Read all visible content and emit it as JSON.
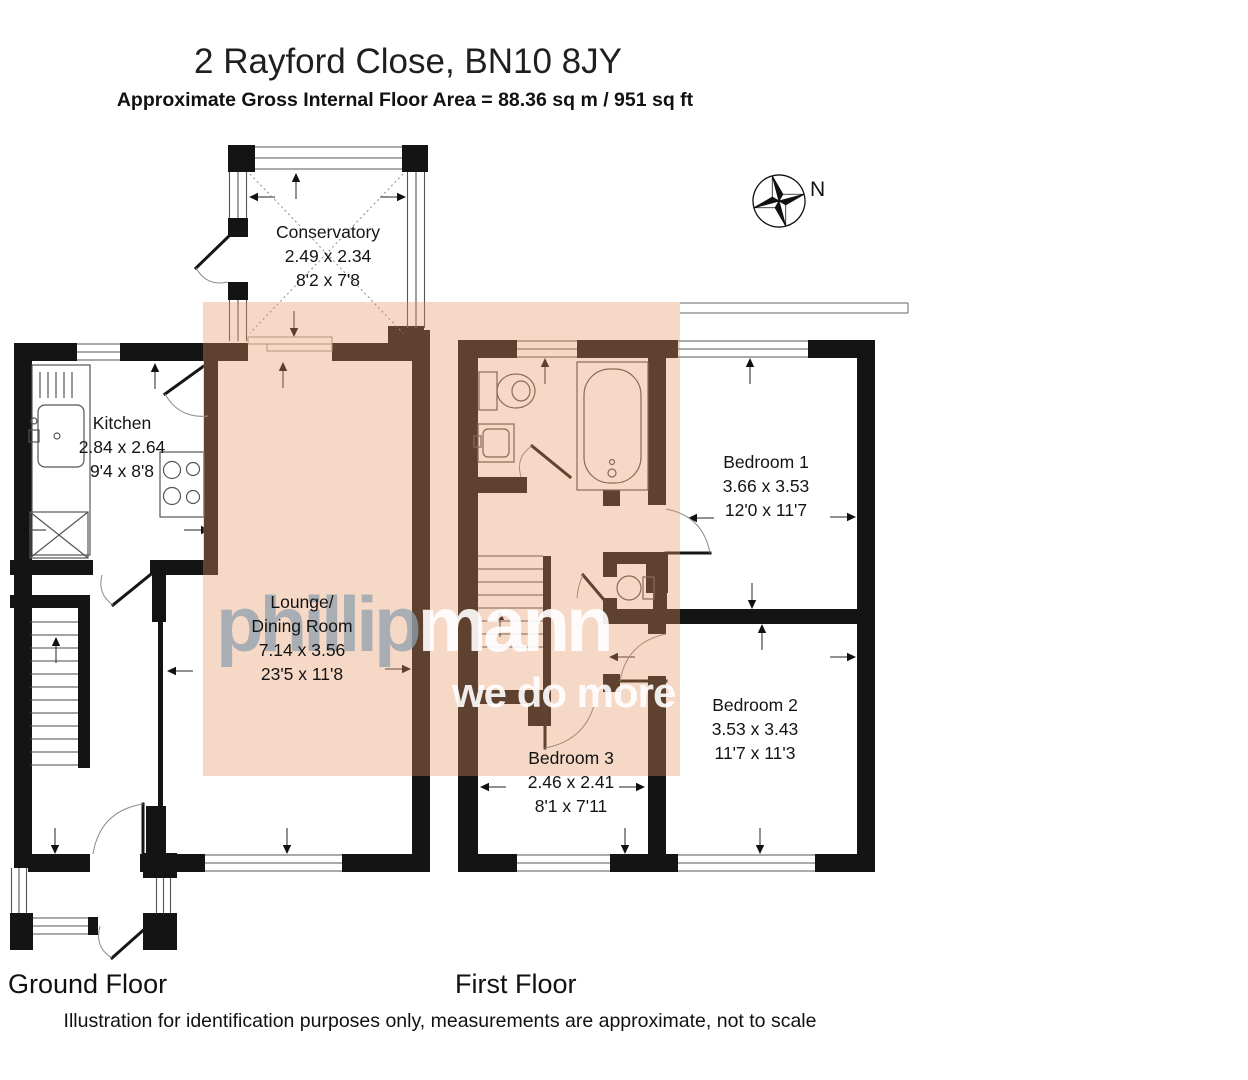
{
  "header": {
    "title": "2 Rayford Close, BN10 8JY",
    "subtitle": "Approximate Gross Internal Floor Area = 88.36 sq m / 951 sq ft"
  },
  "compass": {
    "label": "N"
  },
  "watermark": {
    "word_primary": "phillip",
    "word_secondary": "mann",
    "tagline": "we do more"
  },
  "rooms": {
    "conservatory": {
      "name": "Conservatory",
      "metric": "2.49 x 2.34",
      "imperial": "8'2 x 7'8"
    },
    "kitchen": {
      "name": "Kitchen",
      "metric": "2.84 x 2.64",
      "imperial": "9'4 x 8'8"
    },
    "lounge": {
      "name_line1": "Lounge/",
      "name_line2": "Dining Room",
      "metric": "7.14 x 3.56",
      "imperial": "23'5 x 11'8"
    },
    "bedroom1": {
      "name": "Bedroom 1",
      "metric": "3.66 x 3.53",
      "imperial": "12'0 x 11'7"
    },
    "bedroom2": {
      "name": "Bedroom 2",
      "metric": "3.53 x 3.43",
      "imperial": "11'7 x 11'3"
    },
    "bedroom3": {
      "name": "Bedroom 3",
      "metric": "2.46 x 2.41",
      "imperial": "8'1 x 7'11"
    }
  },
  "floors": {
    "ground": "Ground Floor",
    "first": "First Floor"
  },
  "footer": {
    "disclaimer": "Illustration for identification purposes only, measurements are approximate, not to scale"
  },
  "colors": {
    "wall": "#141414",
    "highlight_overlay": "rgba(226,148,95,0.36)",
    "watermark_gray": "rgba(143,160,173,0.75)",
    "watermark_white": "rgba(255,255,255,0.9)"
  }
}
